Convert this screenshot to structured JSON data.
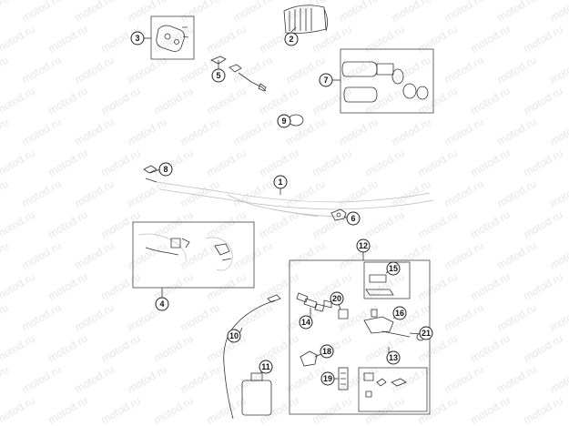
{
  "watermark_text": "motod.ru",
  "callouts": [
    "1",
    "2",
    "3",
    "4",
    "5",
    "6",
    "7",
    "8",
    "9",
    "10",
    "11",
    "12",
    "13",
    "14",
    "15",
    "16",
    "18",
    "19",
    "20",
    "21"
  ]
}
